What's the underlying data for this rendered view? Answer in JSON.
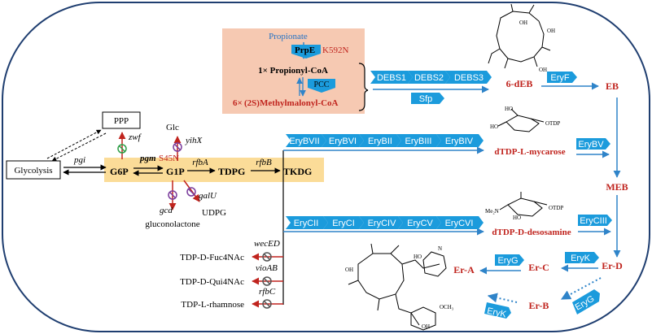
{
  "colors": {
    "cell_outline": "#1f3e70",
    "enzyme_blue": "#1b9bdc",
    "arrow_blue": "#2f84c9",
    "product_red": "#c0241e",
    "precursor_box": "#f6c9b2",
    "central_box": "#fbdc98",
    "knockout_gray": "#555555",
    "overexpress_purple": "#7a3c9c",
    "upregulate_green": "#2e9e47"
  },
  "propionate_box": {
    "propionate": "Propionate",
    "prpe_gene": "PrpE",
    "prpe_mutation": "K592N",
    "propionyl_coa": "1× Propionyl-CoA",
    "pcc": "PCC",
    "methylmalonyl_prefix": "6×",
    "methylmalonyl_coa": "(2S)Methylmalonyl-CoA"
  },
  "debs": {
    "modules": [
      "DEBS1",
      "DEBS2",
      "DEBS3"
    ],
    "sfp": "Sfp",
    "product": "6-dEB"
  },
  "eryf": {
    "enzyme": "EryF",
    "product": "EB"
  },
  "mycarose": {
    "enzymes": [
      "EryBVII",
      "EryBVI",
      "EryBII",
      "EryBIII",
      "EryBIV"
    ],
    "product": "dTDP-L-mycarose",
    "structure_labels": [
      "HO",
      "HO",
      "OTDP"
    ]
  },
  "desosamine": {
    "enzymes": [
      "EryCII",
      "EryCI",
      "EryCIV",
      "EryCV",
      "EryCVI"
    ],
    "product": "dTDP-D-desosamine",
    "structure_labels": [
      "Me₂N",
      "HO",
      "OTDP"
    ]
  },
  "late_steps": {
    "erybv": "EryBV",
    "meb": "MEB",
    "eryciii": "EryCIII",
    "er_d": "Er-D",
    "eryk_top": "EryK",
    "er_c": "Er-C",
    "eryg_top": "EryG",
    "er_a": "Er-A",
    "eryg_bottom": "EryG",
    "er_b": "Er-B",
    "eryk_bottom": "EryK"
  },
  "central_metabolism": {
    "ppp": "PPP",
    "glycolysis": "Glycolysis",
    "zwf": "zwf",
    "pgi": "pgi",
    "glc": "Glc",
    "yihx": "yihX",
    "g6p": "G6P",
    "pgm_gene": "pgm",
    "pgm_mutation": "S45N",
    "g1p": "G1P",
    "rfba": "rfbA",
    "tdpg": "TDPG",
    "rfbb": "rfbB",
    "tkdg": "TKDG",
    "gcd": "gcd",
    "galu": "galU",
    "gluconolactone": "gluconolactone",
    "udpg": "UDPG"
  },
  "knockouts": [
    {
      "gene": "wecED",
      "product": "TDP-D-Fuc4NAc"
    },
    {
      "gene": "vioAB",
      "product": "TDP-D-Qui4NAc"
    },
    {
      "gene": "rfbC",
      "product": "TDP-L-rhamnose"
    }
  ],
  "structure_text": {
    "deb_labels": [
      "OH",
      "OH",
      "OH"
    ],
    "era_labels": [
      "HO",
      "OH",
      "N",
      "OCH₃",
      "OH"
    ]
  }
}
